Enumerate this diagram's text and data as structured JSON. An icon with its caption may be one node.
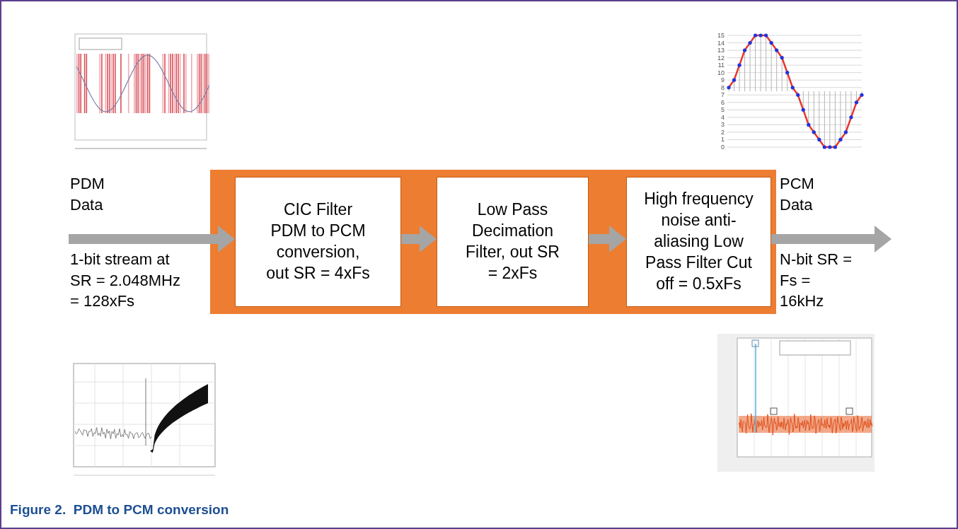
{
  "diagram": {
    "caption": "Figure 2.  PDM to PCM conversion",
    "nodes": [
      {
        "text": [],
        "shape": "box"
      },
      {
        "text": [
          "CIC Filter PDM to PCM conversion, out SR = 4xFs"
        ],
        "in": 0
      },
      {
        "text": [
          "Low Pass Decimation Filter, out SR = 2xFs"
        ],
        "in": 0
      },
      {
        "text": [
          "High frequency noise anti-aliasing Low Pass Filter Cut off = 0.5xFs"
        ],
        "in": 0
      }
    ],
    "edges": [
      {
        "from": null,
        "to": 1,
        "arrow": "to"
      },
      {
        "from": 1,
        "to": 2,
        "arrow": "to"
      },
      {
        "from": 2,
        "to": 3,
        "arrow": "to"
      },
      {
        "from": 3,
        "to": null,
        "arrow": "to"
      }
    ],
    "labels": [
      "PDM Data",
      "1-bit stream at SR = 2.048MHz = 128xFs",
      "PCM Data",
      "N-bit SR = Fs = 16kHz"
    ],
    "chart_data": {
      "type": "line",
      "grid": true,
      "series": [
        {
          "color": "#e8352b",
          "values": [
            8,
            9,
            11,
            13,
            14,
            15,
            15,
            15,
            14,
            13,
            12,
            10,
            8,
            7,
            5,
            3,
            2,
            1,
            0,
            0,
            0,
            1,
            2,
            4,
            6,
            7
          ]
        }
      ],
      "ylim": [
        0,
        15
      ],
      "yticks": [
        0,
        1,
        2,
        3,
        4,
        5,
        6,
        7,
        8,
        9,
        10,
        11,
        12,
        13,
        14,
        15
      ]
    }
  }
}
